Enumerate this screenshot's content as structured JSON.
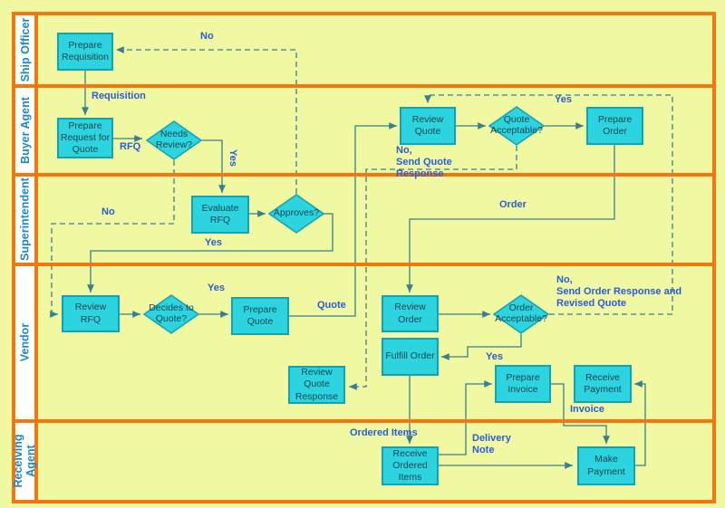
{
  "diagram": {
    "type": "swimlane-flowchart",
    "lanes": [
      {
        "label": "Ship Officer"
      },
      {
        "label": "Buyer Agent"
      },
      {
        "label": "Superintendent"
      },
      {
        "label": "Vendor"
      },
      {
        "label": "Receiving Agent"
      }
    ],
    "nodes": {
      "prepare_requisition": "Prepare Requisition",
      "prepare_request_for_quote": "Prepare Request for Quote",
      "needs_review": "Needs Review?",
      "review_quote": "Review Quote",
      "quote_acceptable": "Quote Acceptable?",
      "prepare_order": "Prepare Order",
      "evaluate_rfq": "Evaluate RFQ",
      "approves": "Approves?",
      "review_rfq": "Review RFQ",
      "decides_to_quote": "Decides to Quote?",
      "prepare_quote": "Prepare Quote",
      "review_order": "Review Order",
      "order_acceptable": "Order Acceptable?",
      "fulfill_order": "Fulfill Order",
      "review_quote_response": "Review Quote Response",
      "prepare_invoice": "Prepare Invoice",
      "receive_payment": "Receive Payment",
      "receive_ordered_items": "Receive Ordered Items",
      "make_payment": "Make Payment"
    },
    "edge_labels": {
      "requisition": "Requisition",
      "no_to_prepare_requisition": "No",
      "rfq": "RFQ",
      "yes_needs_review": "Yes",
      "no_needs_review": "No",
      "yes_approves": "Yes",
      "yes_decides": "Yes",
      "quote": "Quote",
      "yes_quote_acceptable": "Yes",
      "no_send_quote_response": "No,\nSend Quote\nResponse",
      "order": "Order",
      "no_send_order_response": "No,\nSend Order Response and\nRevised Quote",
      "yes_order_acceptable": "Yes",
      "ordered_items": "Ordered Items",
      "delivery_note": "Delivery\nNote",
      "invoice": "Invoice"
    },
    "colors": {
      "background": "#F0F9A1",
      "lane_border": "#F5760F",
      "lane_label_text": "#1B8AC6",
      "lane_label_background": "#FFFFFF",
      "node_fill": "#2BD4DE",
      "node_border": "#12A2B2",
      "node_text": "#1A4553",
      "connector": "#377F8E",
      "edge_label_text": "#2B5BD7"
    }
  }
}
